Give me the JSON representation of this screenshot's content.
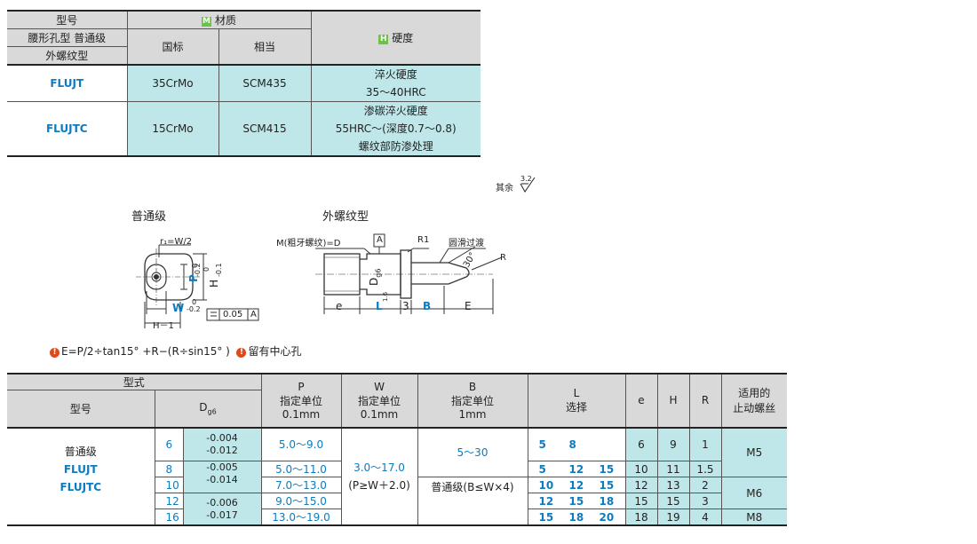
{
  "material_table": {
    "h_model": "型号",
    "h_material": "材质",
    "h_hardness": "硬度",
    "tag_m": "M",
    "tag_h": "H",
    "h_sub1": "腰形孔型 普通级",
    "h_sub2": "外螺纹型",
    "h_gb": "国标",
    "h_equiv": "相当",
    "rows": [
      {
        "model": "FLUJT",
        "gb": "35CrMo",
        "equiv": "SCM435",
        "hardness": [
          "淬火硬度",
          "35～40HRC"
        ]
      },
      {
        "model": "FLUJTC",
        "gb": "15CrMo",
        "equiv": "SCM415",
        "hardness": [
          "渗碳淬火硬度",
          "55HRC～(深度0.7～0.8)",
          "螺纹部防渗处理"
        ]
      }
    ]
  },
  "drawing": {
    "roughness_prefix": "其余",
    "roughness_value": "3.2",
    "title_left": "普通级",
    "title_right": "外螺纹型",
    "r_label": "r₁=W/2",
    "p_label": "P",
    "p_tol_up": "0",
    "p_tol_dn": "-0.2",
    "h_label": "H",
    "h_tol_up": "0",
    "h_tol_dn": "-0.1",
    "w_label": "W",
    "w_tol_up": "0",
    "w_tol_dn": "-0.2",
    "flat_tol": "0.05",
    "datum_a": "A",
    "h1_label": "H－1",
    "m_label": "M(粗牙螺纹)=D",
    "datum_box": "A",
    "r1_label": "R1",
    "smooth_label": "圆滑过渡",
    "angle_label": "30°",
    "r_tip": "R",
    "dg6_label": "D",
    "dg6_sub": "g6",
    "dim_e": "e",
    "dim_l": "L",
    "dim_3": "3",
    "dim_b": "B",
    "dim_E": "E",
    "small_dim": "1.6"
  },
  "notes": {
    "n1": "E=P/2÷tan15°  +R−(R÷sin15° )",
    "n2": "留有中心孔",
    "warn": "!"
  },
  "dimension_table": {
    "h_type": "型式",
    "h_model": "型号",
    "h_d": "D",
    "h_d_sub": "g6",
    "h_p": [
      "P",
      "指定单位",
      "0.1mm"
    ],
    "h_w": [
      "W",
      "指定单位",
      "0.1mm"
    ],
    "h_b": [
      "B",
      "指定单位",
      "1mm"
    ],
    "h_l": [
      "L",
      "选择"
    ],
    "h_e": "e",
    "h_h": "H",
    "h_r": "R",
    "h_screw": [
      "适用的",
      "止动螺丝"
    ],
    "type_lines": [
      "普通级",
      "FLUJT",
      "FLUJTC"
    ],
    "w_range": "3.0～17.0",
    "w_cond": "(P≥W＋2.0)",
    "b_range": "5～30",
    "b_cond": "普通级(B≤W×4)",
    "tol_groups": [
      [
        "-0.004",
        "-0.012"
      ],
      [
        "-0.005",
        "-0.014"
      ],
      [
        "-0.006",
        "-0.017"
      ]
    ],
    "rows": [
      {
        "d": "6",
        "p": "5.0～9.0",
        "l": [
          "5",
          "8",
          ""
        ],
        "e": "6",
        "h": "9",
        "r": "1"
      },
      {
        "d": "8",
        "p": "5.0～11.0",
        "l": [
          "5",
          "12",
          "15"
        ],
        "e": "10",
        "h": "11",
        "r": "1.5"
      },
      {
        "d": "10",
        "p": "7.0～13.0",
        "l": [
          "10",
          "12",
          "15"
        ],
        "e": "12",
        "h": "13",
        "r": "2"
      },
      {
        "d": "12",
        "p": "9.0～15.0",
        "l": [
          "12",
          "15",
          "18"
        ],
        "e": "15",
        "h": "15",
        "r": "3"
      },
      {
        "d": "16",
        "p": "13.0～19.0",
        "l": [
          "15",
          "18",
          "20"
        ],
        "e": "18",
        "h": "19",
        "r": "4"
      }
    ],
    "screws": [
      "M5",
      "M6",
      "M8"
    ]
  }
}
